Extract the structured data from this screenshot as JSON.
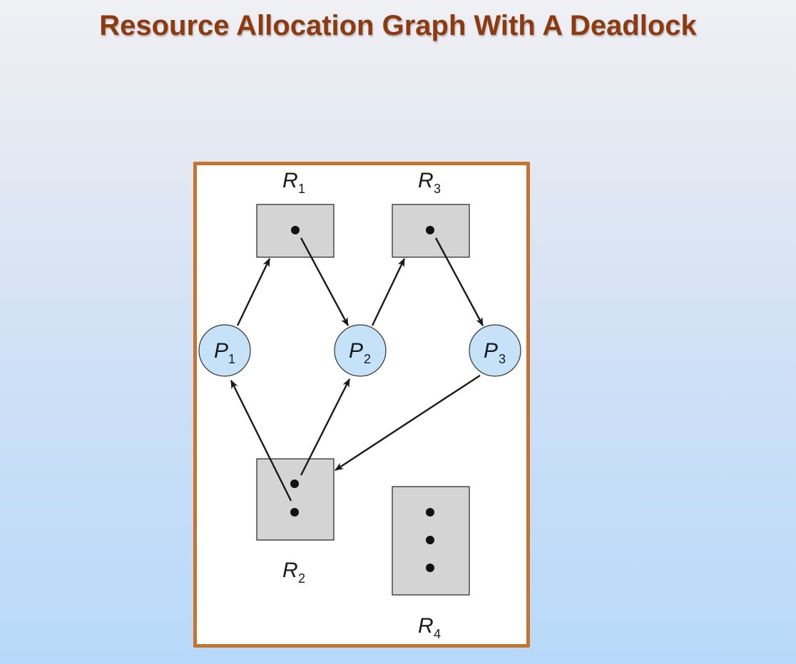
{
  "slide": {
    "title": "Resource Allocation Graph With A Deadlock"
  },
  "colors": {
    "title": "#8e3a10",
    "frame_border": "#c7732e",
    "resource_fill": "#d4d4d4",
    "process_fill": "#c6e2f8",
    "edge": "#1a1a1a"
  },
  "graph": {
    "resources": [
      {
        "id": "R1",
        "letter": "R",
        "sub": "1",
        "instances": 1
      },
      {
        "id": "R2",
        "letter": "R",
        "sub": "2",
        "instances": 2
      },
      {
        "id": "R3",
        "letter": "R",
        "sub": "3",
        "instances": 1
      },
      {
        "id": "R4",
        "letter": "R",
        "sub": "4",
        "instances": 3
      }
    ],
    "processes": [
      {
        "id": "P1",
        "letter": "P",
        "sub": "1"
      },
      {
        "id": "P2",
        "letter": "P",
        "sub": "2"
      },
      {
        "id": "P3",
        "letter": "P",
        "sub": "3"
      }
    ],
    "edges": [
      {
        "from": "P1",
        "to": "R1",
        "kind": "request"
      },
      {
        "from": "R1",
        "to": "P2",
        "kind": "assignment"
      },
      {
        "from": "P2",
        "to": "R3",
        "kind": "request"
      },
      {
        "from": "R3",
        "to": "P3",
        "kind": "assignment"
      },
      {
        "from": "P3",
        "to": "R2",
        "kind": "request"
      },
      {
        "from": "R2",
        "to": "P1",
        "kind": "assignment"
      },
      {
        "from": "R2",
        "to": "P2",
        "kind": "assignment"
      }
    ]
  }
}
